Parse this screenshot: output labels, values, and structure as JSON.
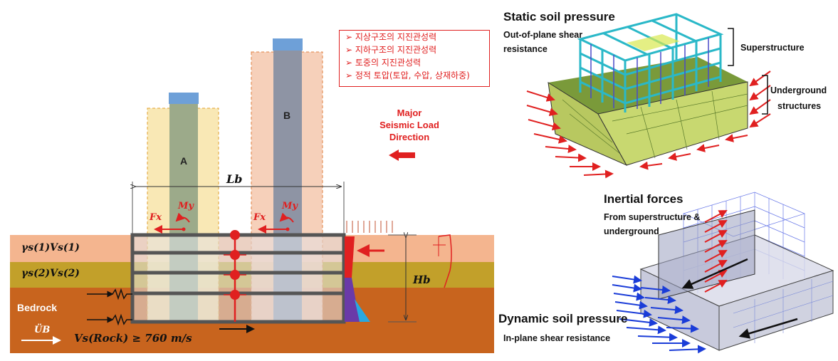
{
  "left_diagram": {
    "notes_box": {
      "lines": [
        "지상구조의 지진관성력",
        "지하구조의 지진관성력",
        "토중의 지진관성력",
        "정적 토압(토압, 수압, 상재하중)"
      ],
      "bullet": "➢"
    },
    "building_a_label": "A",
    "building_b_label": "B",
    "major_load": {
      "line1": "Major",
      "line2": "Seismic Load",
      "line3": "Direction"
    },
    "dimension_lb": "Lb",
    "dimension_hb": "Hb",
    "force_fx": "Fx",
    "moment_my": "My",
    "soil_layer_1": "γs(1)Vs(1)",
    "soil_layer_2": "γs(2)Vs(2)",
    "bedrock_label": "Bedrock",
    "ground_motion": "ÜB",
    "rock_velocity": "Vs(Rock) ≥ 760 m/s",
    "colors": {
      "soil1": "#f4b58f",
      "soil2": "#c2a02a",
      "bedrock": "#c8641e",
      "building_a": "#f8e4a8",
      "building_b": "#f4c8ae",
      "red": "#e02020"
    }
  },
  "right_top": {
    "title": "Static soil pressure",
    "subtitle_line1": "Out-of-plane shear",
    "subtitle_line2": "resistance",
    "superstructure": "Superstructure",
    "underground_line1": "Underground",
    "underground_line2": "structures"
  },
  "right_bottom": {
    "title_inertial": "Inertial forces",
    "from_line1": "From superstructure &",
    "from_line2": "underground",
    "title_dynamic": "Dynamic soil pressure",
    "in_plane": "In-plane shear resistance"
  }
}
